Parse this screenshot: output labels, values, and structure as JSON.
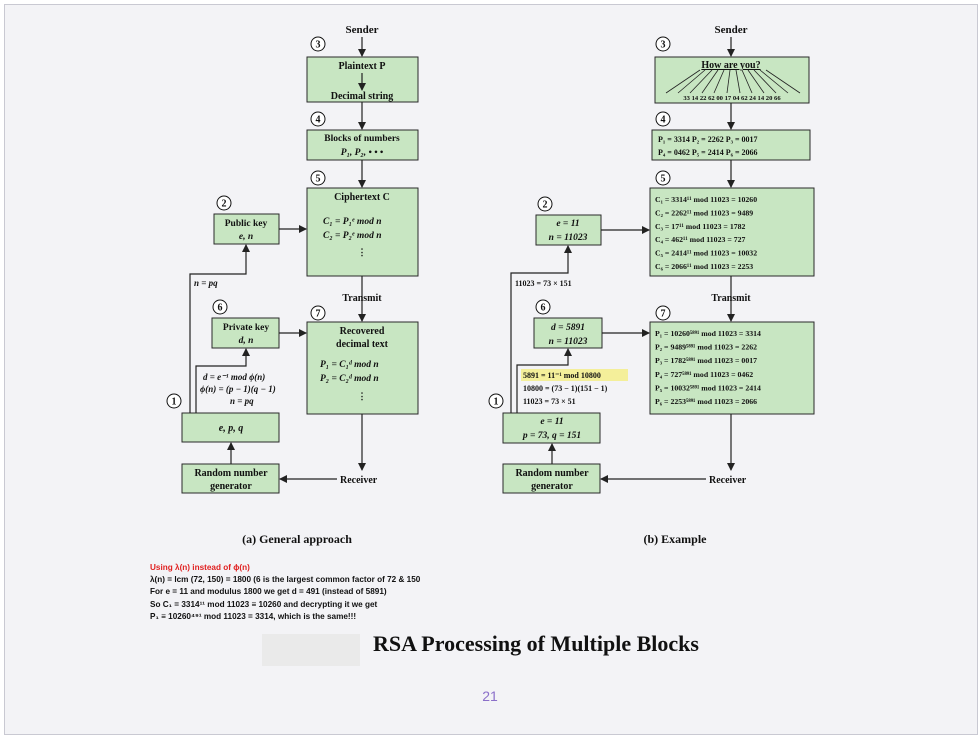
{
  "title": "RSA Processing of Multiple Blocks",
  "page_number": "21",
  "left": {
    "sender": "Sender",
    "plaintext": "Plaintext P",
    "decimal_string": "Decimal string",
    "blocks_title": "Blocks of numbers",
    "blocks_p": "P₁, P₂, • • •",
    "ciphertext_title": "Ciphertext C",
    "c1": "C₁ = P₁ᵉ mod n",
    "c2": "C₂ = P₂ᵉ mod n",
    "public_key": "Public key",
    "public_en": "e, n",
    "n_pq": "n = pq",
    "transmit": "Transmit",
    "private_key": "Private key",
    "private_dn": "d, n",
    "recovered_1": "Recovered",
    "recovered_2": "decimal text",
    "p1": "P₁ = C₁ᵈ mod n",
    "p2": "P₂ = C₂ᵈ mod n",
    "d_formula": "d = e⁻¹ mod ϕ(n)",
    "phi_formula": "ϕ(n) = (p − 1)(q − 1)",
    "n_formula": "n = pq",
    "epq": "e, p, q",
    "rng_1": "Random number",
    "rng_2": "generator",
    "receiver": "Receiver",
    "caption": "(a) General approach"
  },
  "right": {
    "sender": "Sender",
    "how": "How are you?",
    "digits": "33 14 22 62 00 17 04 62 24 14 20 66",
    "blocks_1": "P₁ = 3314  P₂ = 2262  P₃ = 0017",
    "blocks_2": "P₄ = 0462  P₅ = 2414  P₆ = 2066",
    "c_lines": [
      "C₁ = 3314¹¹ mod 11023 = 10260",
      "C₂ = 2262¹¹ mod 11023 = 9489",
      "C₃ = 17¹¹ mod 11023 = 1782",
      "C₄ = 462¹¹ mod 11023 = 727",
      "C₅ = 2414¹¹ mod 11023 = 10032",
      "C₆ = 2066¹¹ mod 11023 = 2253"
    ],
    "pub_e": "e = 11",
    "pub_n": "n = 11023",
    "factor": "11023 = 73 × 151",
    "transmit": "Transmit",
    "priv_d": "d = 5891",
    "priv_n": "n = 11023",
    "p_lines": [
      "P₁ = 10260⁵⁸⁹¹ mod 11023 = 3314",
      "P₂ = 9489⁵⁸⁹¹ mod 11023 = 2262",
      "P₃ = 1782⁵⁸⁹¹ mod 11023 = 0017",
      "P₄ = 727⁵⁸⁹¹ mod 11023 = 0462",
      "P₅ = 10032⁵⁸⁹¹ mod 11023 = 2414",
      "P₆ = 2253⁵⁸⁹¹ mod 11023 = 2066"
    ],
    "calc_1": "5891 = 11⁻¹ mod 10800",
    "calc_2": "10800 = (73 − 1)(151 − 1)",
    "calc_3": "11023 = 73 × 51",
    "epq_e": "e = 11",
    "epq_pq": "p = 73, q = 151",
    "rng_1": "Random number",
    "rng_2": "generator",
    "receiver": "Receiver",
    "caption": "(b) Example",
    "highlight_color": "#f4ef9a"
  },
  "step_labels": [
    "3",
    "4",
    "5",
    "2",
    "6",
    "7",
    "1"
  ],
  "note": {
    "line1": "Using λ(n) instead of ϕ(n)",
    "line2": "λ(n) = lcm (72, 150) = 1800 (6 is the largest common factor of 72 & 150",
    "line3": "For e = 11 and modulus 1800 we get d = 491 (instead of 5891)",
    "line4": "So C₁ = 3314¹¹ mod 11023 ≡ 10260 and decrypting it we get",
    "line5": "P₁ ≡ 10260⁴⁹¹ mod 11023 = 3314, which is the same!!!"
  },
  "colors": {
    "box_fill": "#c8e6c2",
    "note_red": "#e02020",
    "page_number": "#8b6fc9"
  }
}
